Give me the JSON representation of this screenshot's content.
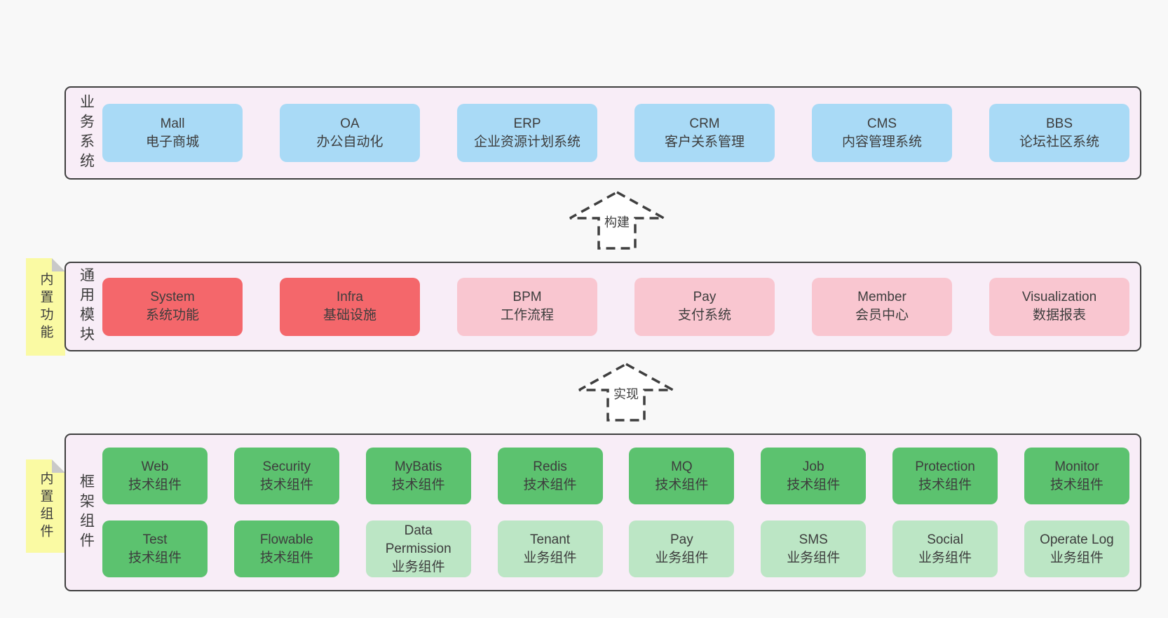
{
  "colors": {
    "page_bg": "#f8f8f8",
    "panel_bg": "#f8edf7",
    "panel_border": "#3f3f3f",
    "box_blue": "#a9daf6",
    "box_red": "#f4676b",
    "box_pink": "#f9c6d0",
    "box_green": "#5cc26f",
    "box_green_light": "#bce6c5",
    "tab_bg": "#fafaa3",
    "tab_fold": "#c9c9c9",
    "text": "#3d3d3d",
    "arrow_stroke": "#3f3f3f",
    "arrow_fill": "#ffffff"
  },
  "arrows": [
    {
      "label": "构建"
    },
    {
      "label": "实现"
    }
  ],
  "panels": {
    "business": {
      "label": "业务系统",
      "boxes": [
        {
          "title": "Mall",
          "subtitle": "电子商城"
        },
        {
          "title": "OA",
          "subtitle": "办公自动化"
        },
        {
          "title": "ERP",
          "subtitle": "企业资源计划系统"
        },
        {
          "title": "CRM",
          "subtitle": "客户关系管理"
        },
        {
          "title": "CMS",
          "subtitle": "内容管理系统"
        },
        {
          "title": "BBS",
          "subtitle": "论坛社区系统"
        }
      ]
    },
    "modules": {
      "label": "通用模块",
      "tag": "内置功能",
      "boxes": [
        {
          "title": "System",
          "subtitle": "系统功能"
        },
        {
          "title": "Infra",
          "subtitle": "基础设施"
        },
        {
          "title": "BPM",
          "subtitle": "工作流程"
        },
        {
          "title": "Pay",
          "subtitle": "支付系统"
        },
        {
          "title": "Member",
          "subtitle": "会员中心"
        },
        {
          "title": "Visualization",
          "subtitle": "数据报表"
        }
      ]
    },
    "components": {
      "label": "框架组件",
      "tag": "内置组件",
      "rows": [
        [
          {
            "title": "Web",
            "subtitle": "技术组件"
          },
          {
            "title": "Security",
            "subtitle": "技术组件"
          },
          {
            "title": "MyBatis",
            "subtitle": "技术组件"
          },
          {
            "title": "Redis",
            "subtitle": "技术组件"
          },
          {
            "title": "MQ",
            "subtitle": "技术组件"
          },
          {
            "title": "Job",
            "subtitle": "技术组件"
          },
          {
            "title": "Protection",
            "subtitle": "技术组件"
          },
          {
            "title": "Monitor",
            "subtitle": "技术组件"
          }
        ],
        [
          {
            "title": "Test",
            "subtitle": "技术组件"
          },
          {
            "title": "Flowable",
            "subtitle": "技术组件"
          },
          {
            "title": "Data Permission",
            "subtitle": "业务组件"
          },
          {
            "title": "Tenant",
            "subtitle": "业务组件"
          },
          {
            "title": "Pay",
            "subtitle": "业务组件"
          },
          {
            "title": "SMS",
            "subtitle": "业务组件"
          },
          {
            "title": "Social",
            "subtitle": "业务组件"
          },
          {
            "title": "Operate Log",
            "subtitle": "业务组件"
          }
        ]
      ]
    }
  }
}
